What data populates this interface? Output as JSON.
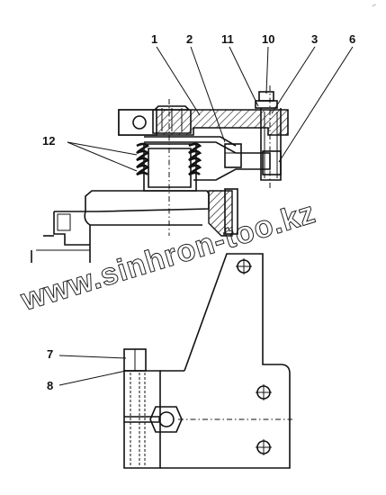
{
  "labels": {
    "l1": "1",
    "l2": "2",
    "l11": "11",
    "l10": "10",
    "l3": "3",
    "l6": "6",
    "l12": "12",
    "l7": "7",
    "l8": "8"
  },
  "watermark": "www.sinhron-too.kz",
  "corner_mark": "⌐"
}
